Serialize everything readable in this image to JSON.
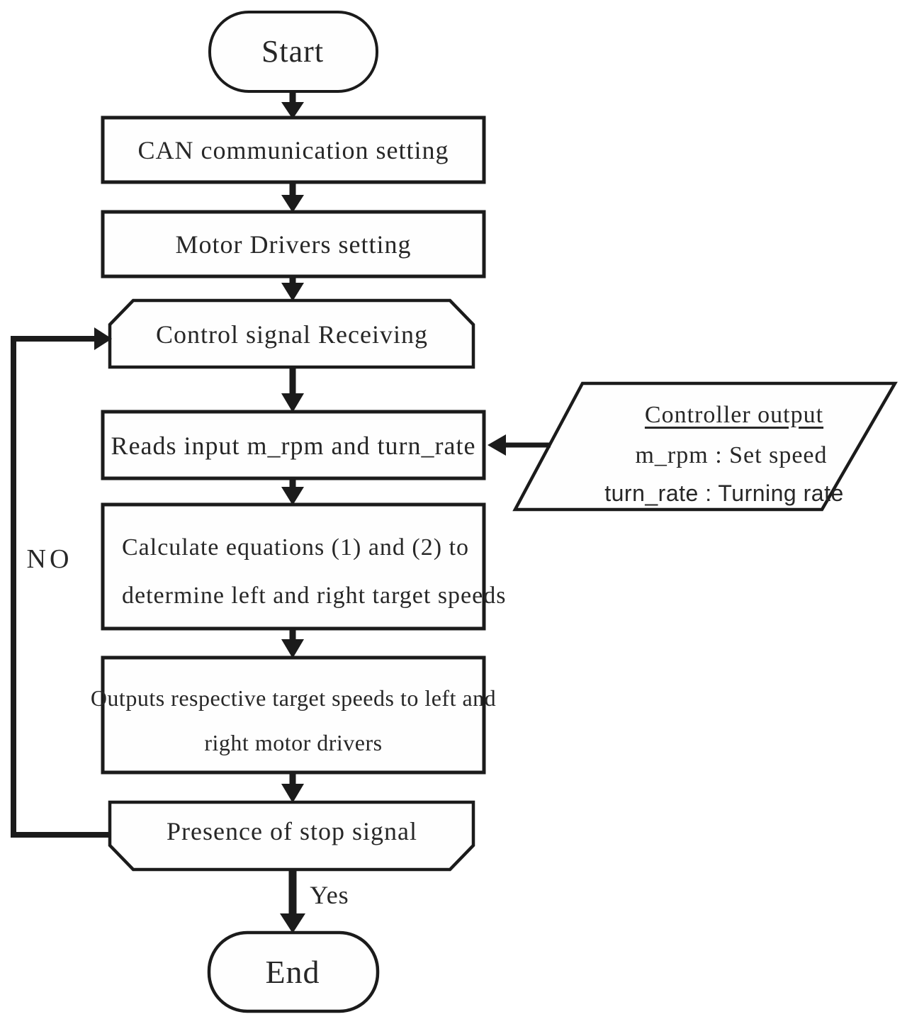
{
  "flowchart": {
    "nodes": {
      "start": {
        "label": "Start"
      },
      "can_communication": {
        "label": "CAN communication setting"
      },
      "motor_drivers": {
        "label": "Motor Drivers setting"
      },
      "control_signal": {
        "label": "Control signal Receiving"
      },
      "reads_input": {
        "label": "Reads input m_rpm and turn_rate"
      },
      "calculate": {
        "line1": "Calculate equations (1) and (2) to",
        "line2": "determine left and right target speeds"
      },
      "outputs": {
        "line1": "Outputs respective target speeds to left and",
        "line2": "right motor drivers"
      },
      "stop_signal": {
        "label": "Presence of stop signal"
      },
      "end": {
        "label": "End"
      }
    },
    "annotation": {
      "title": "Controller output",
      "line1": "m_rpm : Set speed",
      "line2": "turn_rate : Turning rate"
    },
    "edge_labels": {
      "no": "NO",
      "yes": "Yes"
    },
    "colors": {
      "background": "#ffffff",
      "stroke": "#1b1b1b",
      "text": "#272727"
    }
  }
}
